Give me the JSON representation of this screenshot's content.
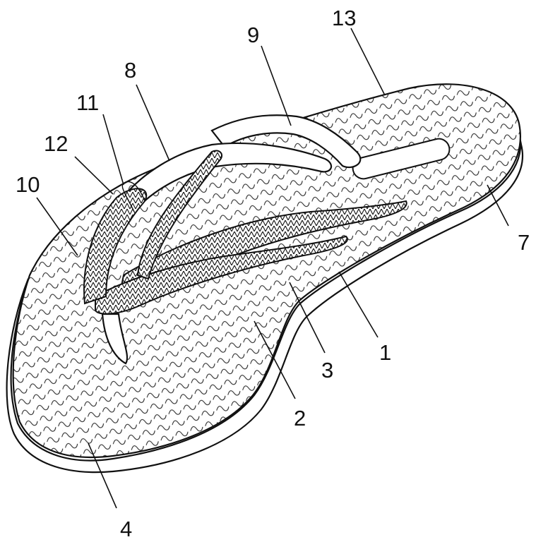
{
  "figure": {
    "reference_numerals": {
      "sole": "1",
      "bottom_layer": "2",
      "middle_layer": "3",
      "tread_surface": "4",
      "heel_end": "7",
      "left_strap": "8",
      "right_strap": "9",
      "toe_post": "10",
      "strap_edge": "11",
      "strap_junction": "12",
      "slot": "13"
    }
  }
}
